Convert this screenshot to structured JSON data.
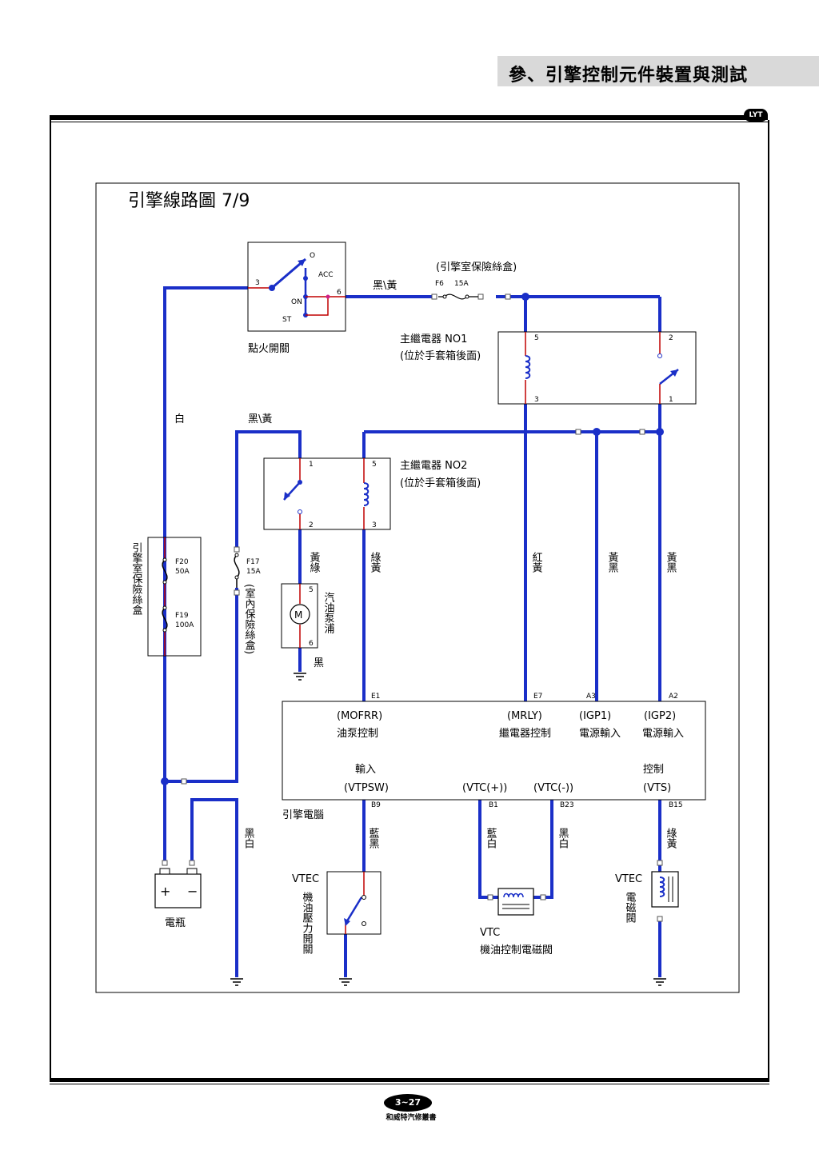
{
  "header": {
    "title": "參、引擎控制元件裝置與測試",
    "logo": "LYT"
  },
  "footer": {
    "page_number": "3~27",
    "publisher": "和威特汽修叢書"
  },
  "diagram": {
    "title": "引擎線路圖 7/9",
    "ignition": {
      "label": "點火開關",
      "positions": [
        "O",
        "ACC",
        "ON",
        "ST"
      ],
      "pin_in": "3",
      "pin_out": "6"
    },
    "wire_bk_y": "黑\\黃",
    "wire_white": "白",
    "engine_fuse_box_top": {
      "label": "(引擎室保險絲盒)",
      "fuse": "F6",
      "rating": "15A"
    },
    "relay1": {
      "label": "主繼電器 NO1",
      "location": "(位於手套箱後面)",
      "pins": [
        "5",
        "3",
        "2",
        "1"
      ]
    },
    "relay2": {
      "label": "主繼電器 NO2",
      "location": "(位於手套箱後面)",
      "pins": [
        "1",
        "2",
        "5",
        "3"
      ]
    },
    "engine_fuse_box": {
      "label": "引擎室保險絲盒",
      "f20": "F20",
      "f20_rating": "50A",
      "f19": "F19",
      "f19_rating": "100A"
    },
    "interior_fuse_box": {
      "label": "(室內保險絲盒)",
      "f17": "F17",
      "f17_rating": "15A"
    },
    "fuel_pump": {
      "label": "汽油泵浦",
      "wire_top": "黃綠",
      "wire_bottom": "黑",
      "pin_top": "5",
      "pin_bottom": "6"
    },
    "wires": {
      "relay2_out": "綠黃",
      "mrly": "紅黃",
      "igp1": "黃黑",
      "igp2": "黃黑",
      "ground_wire": "黑白",
      "vtpsw": "藍黑",
      "vtc_plus": "藍白",
      "vtc_minus": "黑白",
      "vts": "綠黃"
    },
    "ecm": {
      "label": "引擎電腦",
      "pins_top": [
        "E1",
        "E7",
        "A3",
        "A2"
      ],
      "pins_bottom": [
        "B9",
        "B1",
        "B23",
        "B15"
      ],
      "mofrr_code": "(MOFRR)",
      "mofrr_desc": "油泵控制",
      "mrly_code": "(MRLY)",
      "mrly_desc": "繼電器控制",
      "igp1_code": "(IGP1)",
      "igp1_desc": "電源輸入",
      "igp2_code": "(IGP2)",
      "igp2_desc": "電源輸入",
      "vtpsw_desc": "輸入",
      "vtpsw_code": "(VTPSW)",
      "vtcp_code": "(VTC(+))",
      "vtcm_code": "(VTC(-))",
      "vts_desc": "控制",
      "vts_code": "(VTS)"
    },
    "battery": {
      "label": "電瓶",
      "plus": "+",
      "minus": "−"
    },
    "vtec_oil_switch": {
      "line1": "VTEC",
      "line2": "機油壓力開關"
    },
    "vtc_valve": {
      "line1": "VTC",
      "line2": "機油控制電磁閥"
    },
    "vtec_solenoid": {
      "line1": "VTEC",
      "line2": "電磁閥"
    }
  },
  "colors": {
    "wire": "#1a2fc8",
    "wire_thin": "#c00000",
    "node": "#1a2fc8",
    "border": "#000000"
  }
}
